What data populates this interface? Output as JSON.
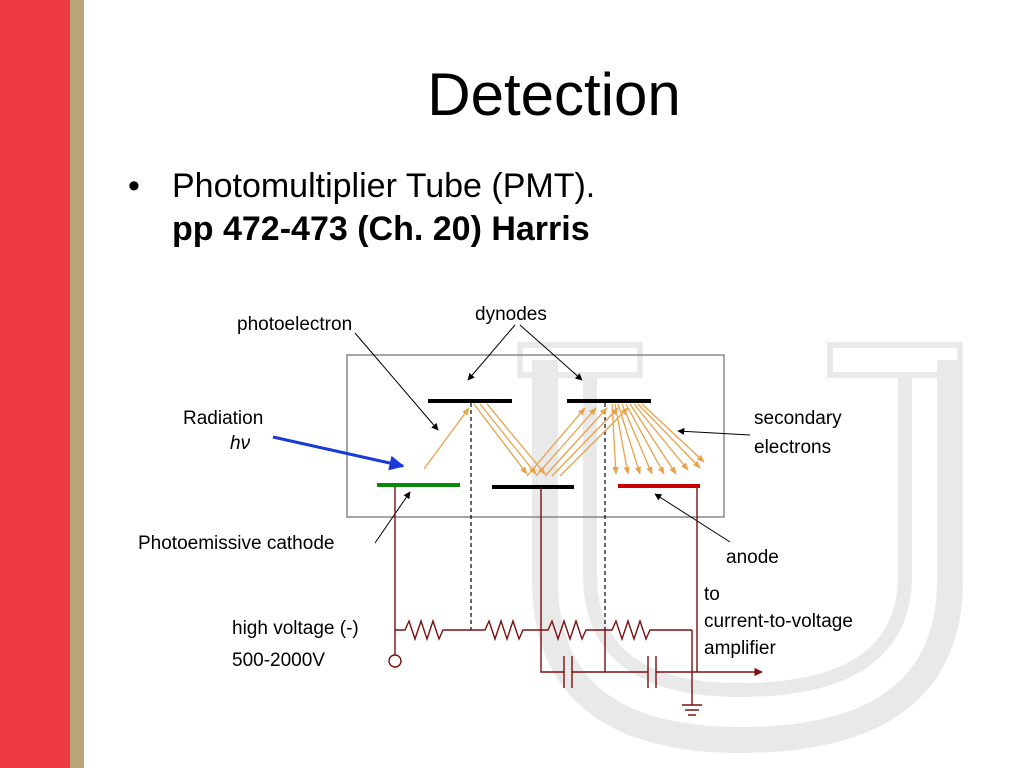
{
  "slide": {
    "title": "Detection",
    "bullet": "•",
    "bullet_text": "Photomultiplier Tube (PMT).",
    "reference": "pp 472-473 (Ch. 20) Harris"
  },
  "diagram": {
    "labels": {
      "photoelectron": "photoelectron",
      "dynodes": "dynodes",
      "radiation": "Radiation",
      "hv": "hν",
      "secondary": "secondary",
      "electrons": "electrons",
      "cathode": "Photoemissive cathode",
      "anode": "anode",
      "high_voltage": "high voltage (-)",
      "voltage_range": "500-2000V",
      "to": "to",
      "amplifier_line1": "current-to-voltage",
      "amplifier_line2": "amplifier"
    },
    "colors": {
      "cathode": "#0a8a0a",
      "anode": "#cc0000",
      "electron_path": "#e8a24a",
      "circuit": "#7a1010",
      "radiation_arrow": "#1a3ad8",
      "dynode": "#000000"
    }
  },
  "theme": {
    "sidebar_red": "#ee3a45",
    "sidebar_tan": "#b9a57c",
    "watermark": "#e9e9e9"
  }
}
